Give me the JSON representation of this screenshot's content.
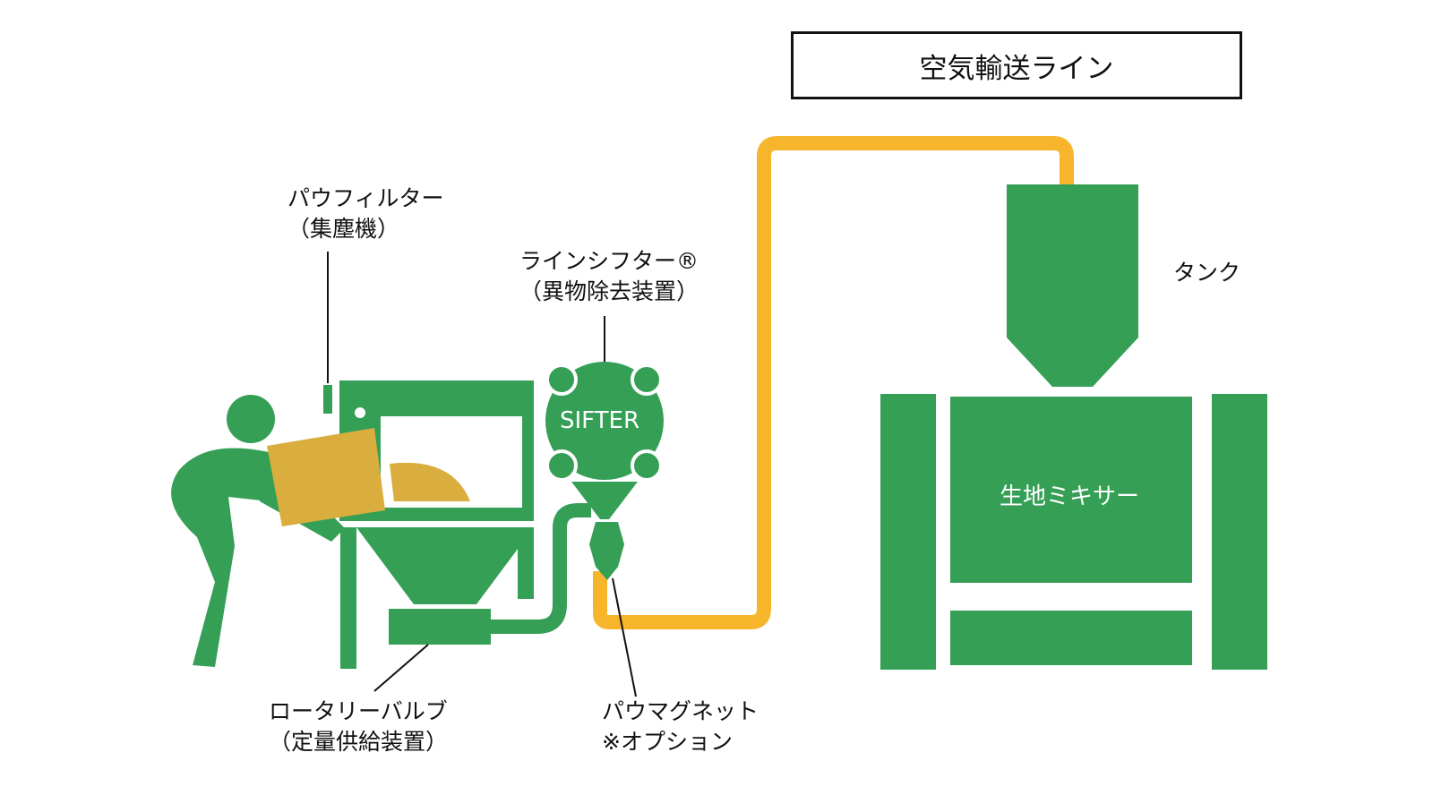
{
  "title": "空気輸送ライン",
  "colors": {
    "green": "#359f56",
    "yellow": "#f7b52c",
    "box": "#d9ad3e",
    "line": "#111111"
  },
  "labels": {
    "pow_filter": {
      "line1": "パウフィルター",
      "line2": "（集塵機）"
    },
    "line_sifter": {
      "line1": "ラインシフター®",
      "line2": "（異物除去装置）"
    },
    "tank": "タンク",
    "rotary_valve": {
      "line1": "ロータリーバルブ",
      "line2": "（定量供給装置）"
    },
    "pow_magnet": {
      "line1": "パウマグネット",
      "line2": "※オプション"
    }
  },
  "sifter_text": "SIFTER",
  "mixer_text": "生地ミキサー",
  "icons": [
    "worker-icon",
    "powder-box-icon"
  ]
}
